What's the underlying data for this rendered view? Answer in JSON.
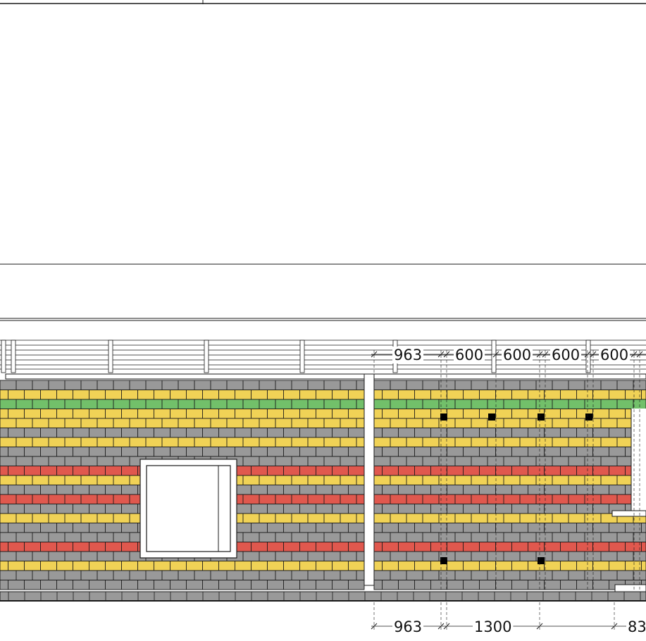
{
  "colors": {
    "background": "#ffffff",
    "line": "#1a1a1a",
    "brick_grey": "#999999",
    "brick_yellow": "#f0d256",
    "brick_green": "#72c06a",
    "brick_red": "#e0584e",
    "anchor": "#000000"
  },
  "courses": [
    "grey",
    "yellow",
    "green",
    "yellow",
    "yellow",
    "grey",
    "yellow",
    "grey",
    "grey",
    "red",
    "yellow",
    "grey",
    "red",
    "grey",
    "yellow",
    "grey",
    "grey",
    "red",
    "grey",
    "yellow",
    "grey",
    "grey"
  ],
  "dimensions": {
    "top": [
      {
        "value": "963"
      },
      {
        "value": "600"
      },
      {
        "value": "600"
      },
      {
        "value": "600"
      },
      {
        "value": "600"
      }
    ],
    "bottom": [
      {
        "value": "963"
      },
      {
        "value": "1300"
      },
      {
        "value": "83"
      }
    ]
  }
}
